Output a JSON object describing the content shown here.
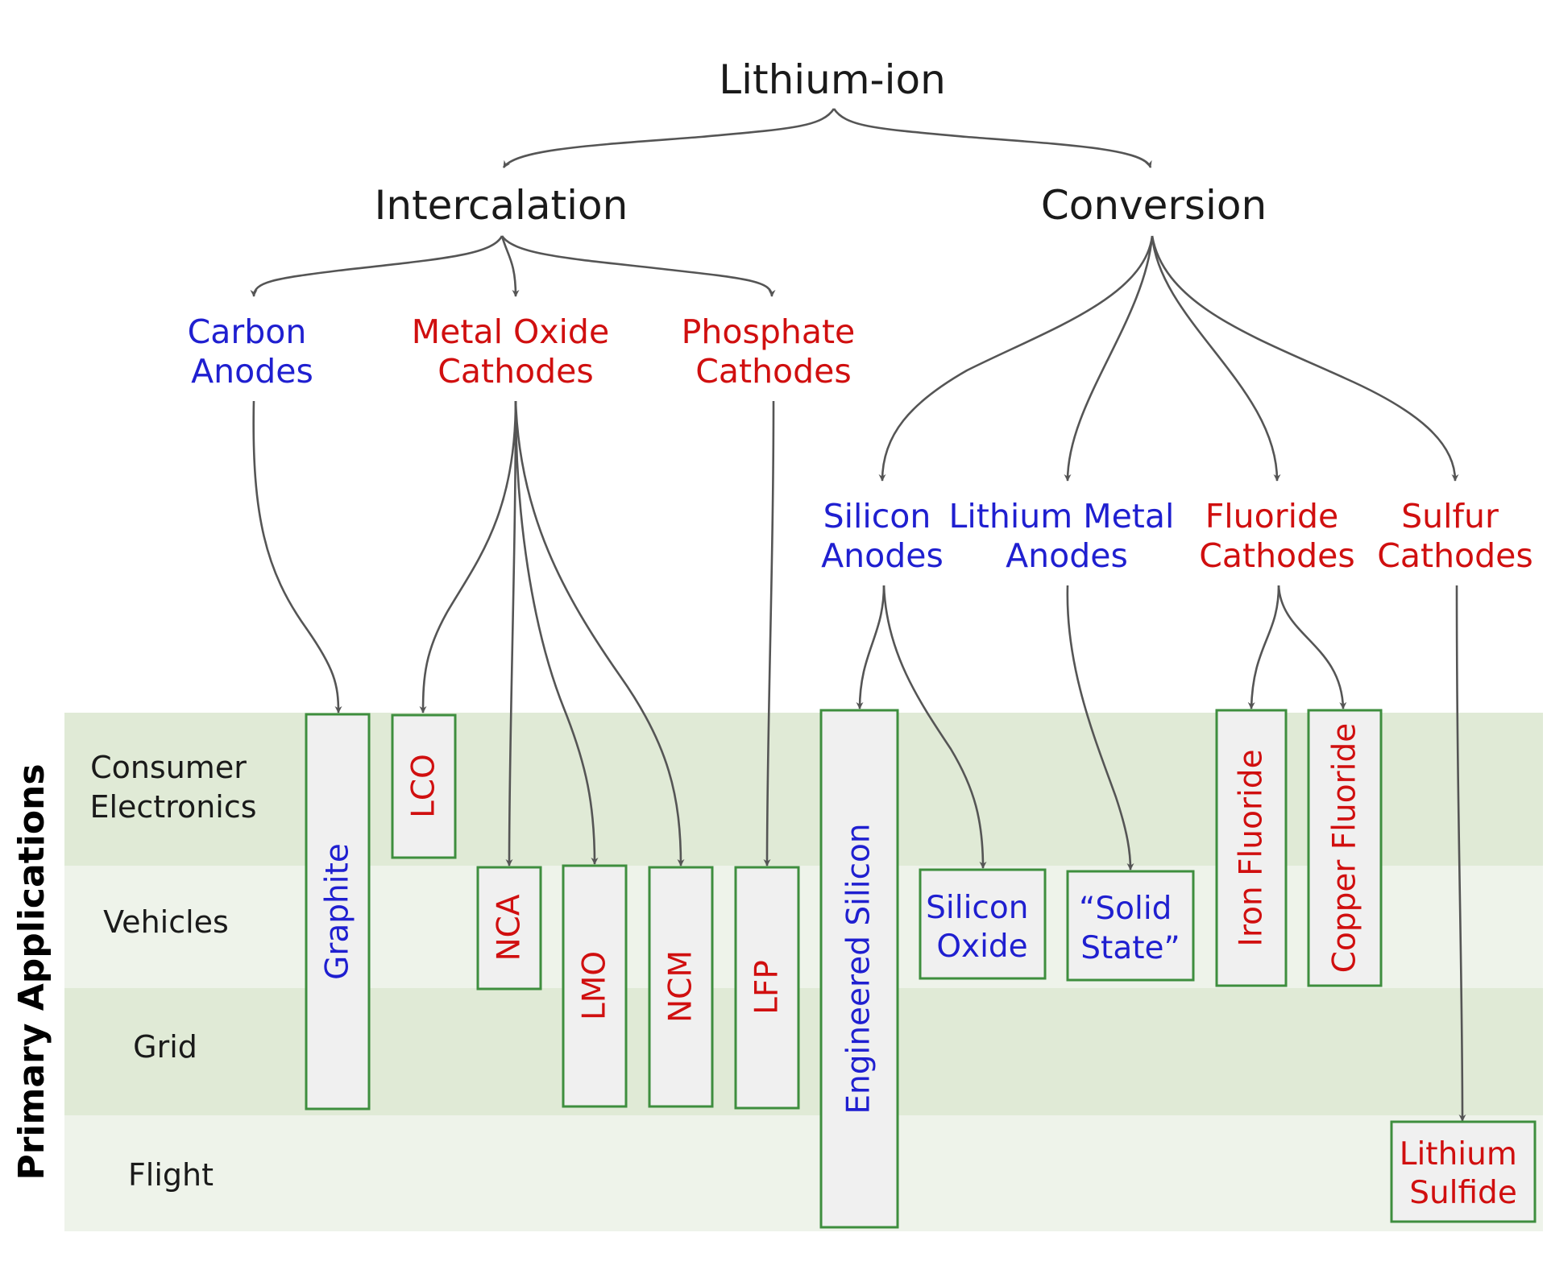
{
  "colors": {
    "anode": "#1f1fd0",
    "cathode": "#d00f0f",
    "band_dark": "#e0ead6",
    "band_light": "#eef3ea",
    "box_border": "#3e8e3e"
  },
  "root": "Lithium-ion",
  "families": {
    "intercalation": "Intercalation",
    "conversion": "Conversion"
  },
  "categories": {
    "carbon_anodes": [
      "Carbon",
      "Anodes"
    ],
    "metal_oxide_cathodes": [
      "Metal Oxide",
      "Cathodes"
    ],
    "phosphate_cathodes": [
      "Phosphate",
      "Cathodes"
    ],
    "silicon_anodes": [
      "Silicon",
      "Anodes"
    ],
    "lithium_metal_anodes": [
      "Lithium Metal",
      "Anodes"
    ],
    "fluoride_cathodes": [
      "Fluoride",
      "Cathodes"
    ],
    "sulfur_cathodes": [
      "Sulfur",
      "Cathodes"
    ]
  },
  "materials": {
    "graphite": "Graphite",
    "lco": "LCO",
    "nca": "NCA",
    "lmo": "LMO",
    "ncm": "NCM",
    "lfp": "LFP",
    "engineered_silicon": "Engineered Silicon",
    "silicon_oxide": [
      "Silicon",
      "Oxide"
    ],
    "solid_state": [
      "“Solid",
      "State”"
    ],
    "iron_fluoride": "Iron Fluoride",
    "copper_fluoride": "Copper Fluoride",
    "lithium_sulfide": [
      "Lithium",
      "Sulfide"
    ]
  },
  "applications": {
    "axis_label": "Primary Applications",
    "rows": [
      [
        "Consumer",
        "Electronics"
      ],
      [
        "Vehicles"
      ],
      [
        "Grid"
      ],
      [
        "Flight"
      ]
    ]
  }
}
